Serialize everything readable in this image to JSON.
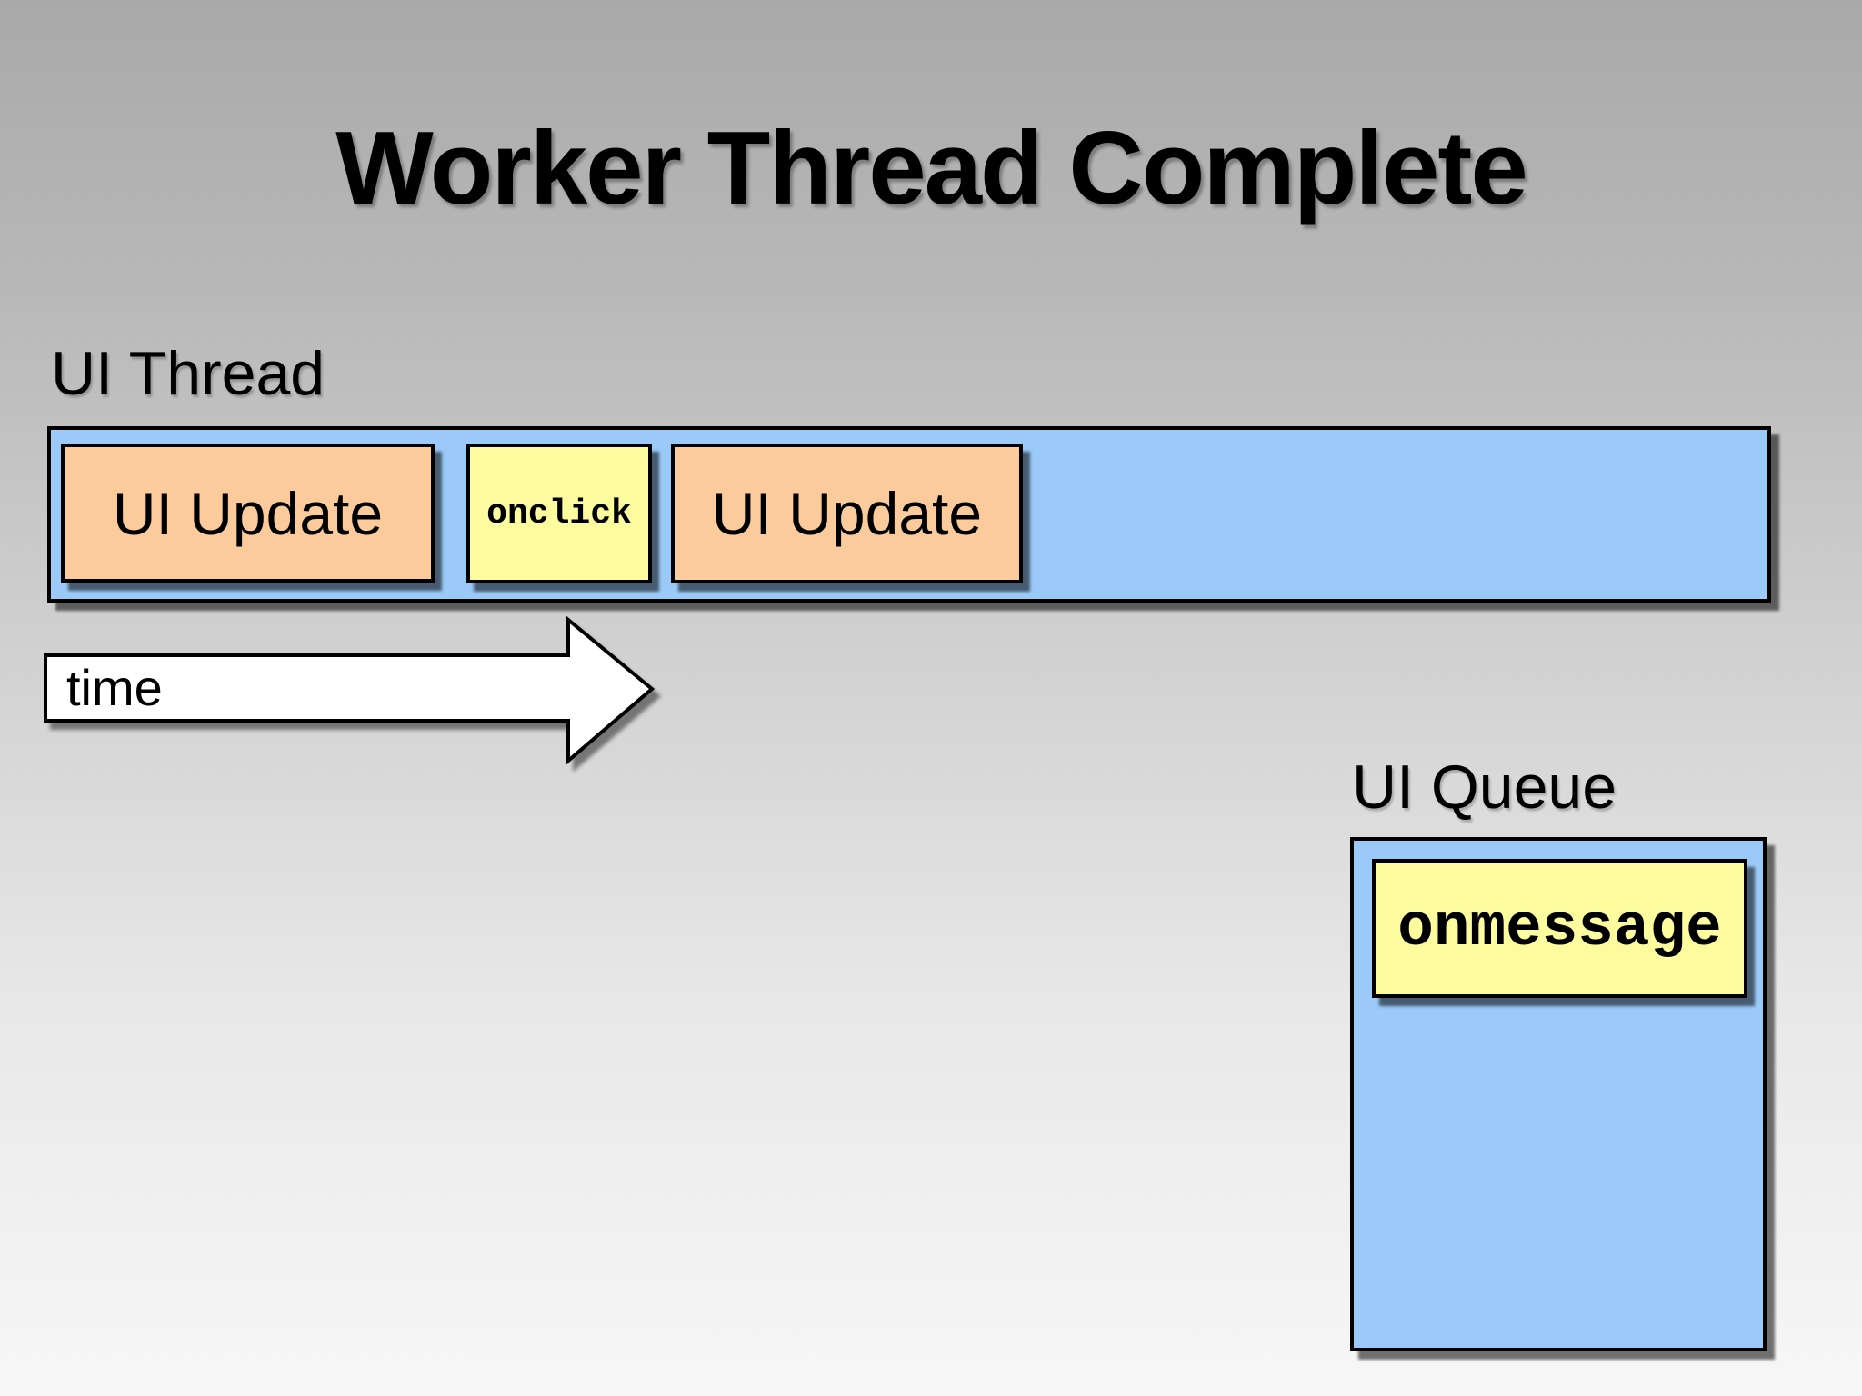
{
  "slide": {
    "title": "Worker Thread Complete",
    "ui_thread": {
      "label": "UI Thread",
      "blocks": [
        {
          "label": "UI Update",
          "type": "ui-update"
        },
        {
          "label": "onclick",
          "type": "event"
        },
        {
          "label": "UI Update",
          "type": "ui-update"
        }
      ]
    },
    "time_arrow": {
      "label": "time"
    },
    "ui_queue": {
      "label": "UI Queue",
      "blocks": [
        {
          "label": "onmessage",
          "type": "event"
        }
      ]
    }
  },
  "colors": {
    "thread_bar": "#9bcaf8",
    "ui_update": "#fbcb9b",
    "event": "#fcfc9f",
    "background_top": "#a9a9a9",
    "background_bottom": "#f7f7f7",
    "border": "#000000"
  }
}
